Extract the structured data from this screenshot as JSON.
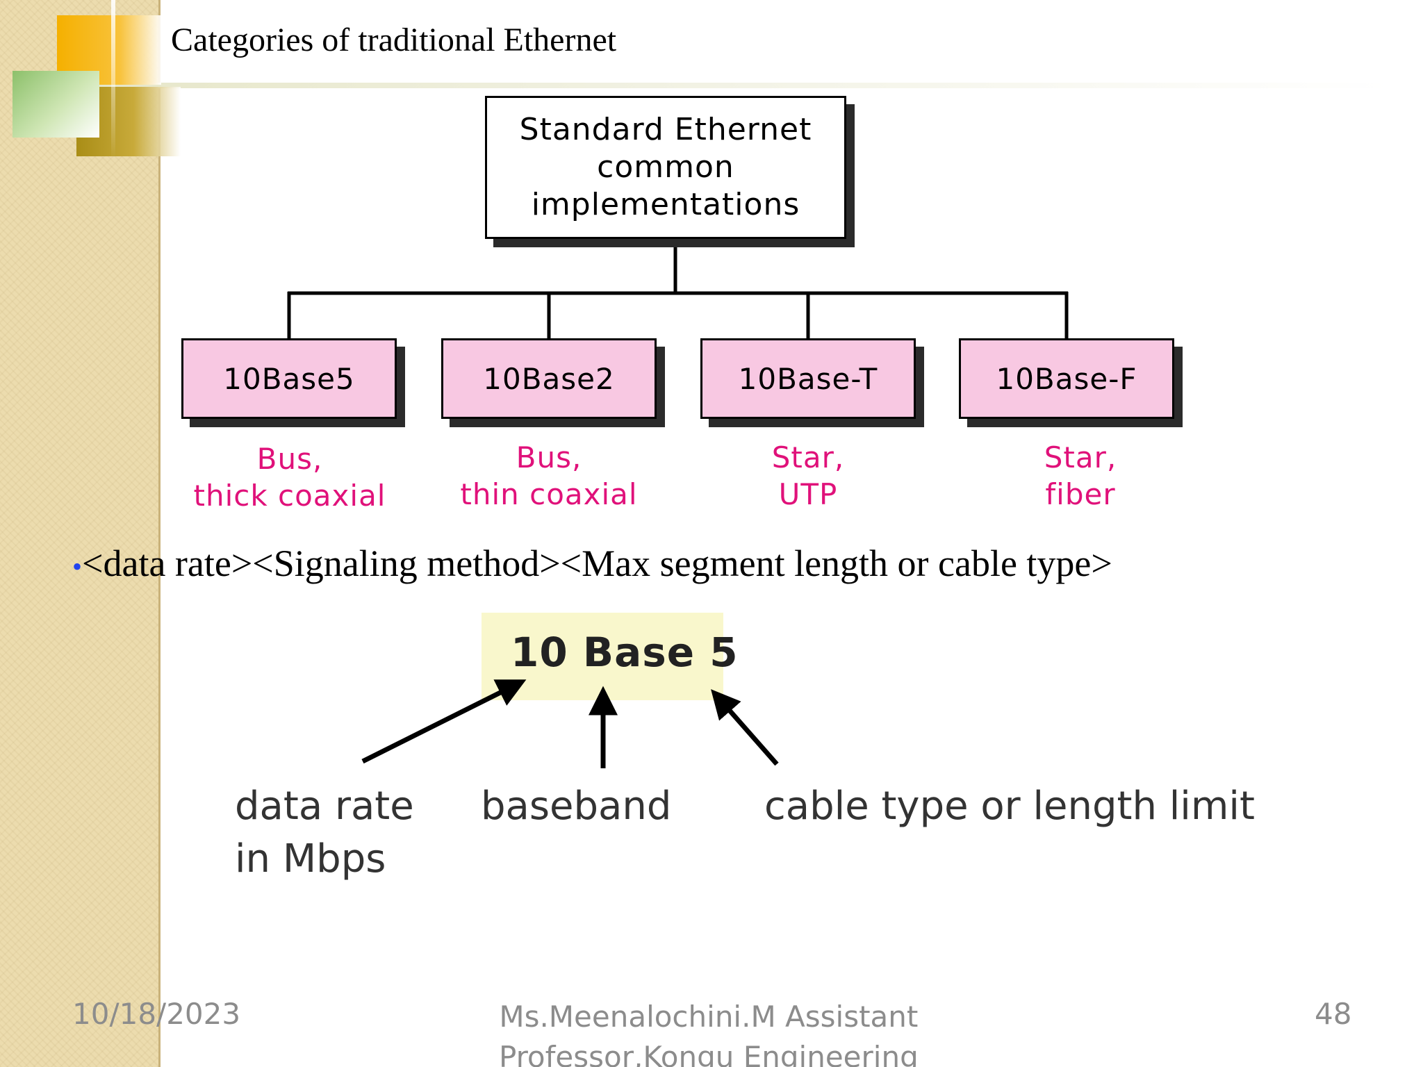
{
  "slide": {
    "title": "Categories of traditional Ethernet"
  },
  "diagram": {
    "root": "Standard Ethernet\ncommon\nimplementations",
    "items": [
      {
        "label": "10Base5",
        "caption_line1": "Bus,",
        "caption_line2": "thick coaxial"
      },
      {
        "label": "10Base2",
        "caption_line1": "Bus,",
        "caption_line2": "thin coaxial"
      },
      {
        "label": "10Base-T",
        "caption_line1": "Star,",
        "caption_line2": "UTP"
      },
      {
        "label": "10Base-F",
        "caption_line1": "Star,",
        "caption_line2": "fiber"
      }
    ],
    "colors": {
      "box_fill": "#f8c8e2",
      "caption": "#e0117a",
      "shadow": "#2b2b2b"
    }
  },
  "bullet": {
    "marker": "•",
    "text": "<data rate><Signaling method><Max segment length or cable  type>"
  },
  "naming_example": {
    "label": "10 Base 5",
    "part1_line1": "data rate",
    "part1_line2": "in Mbps",
    "part2": "baseband",
    "part3": "cable type or length limit"
  },
  "footer": {
    "date": "10/18/2023",
    "author_line1": "Ms.Meenalochini.M Assistant",
    "author_line2": "Professor,Kongu Engineering",
    "page": "48"
  }
}
